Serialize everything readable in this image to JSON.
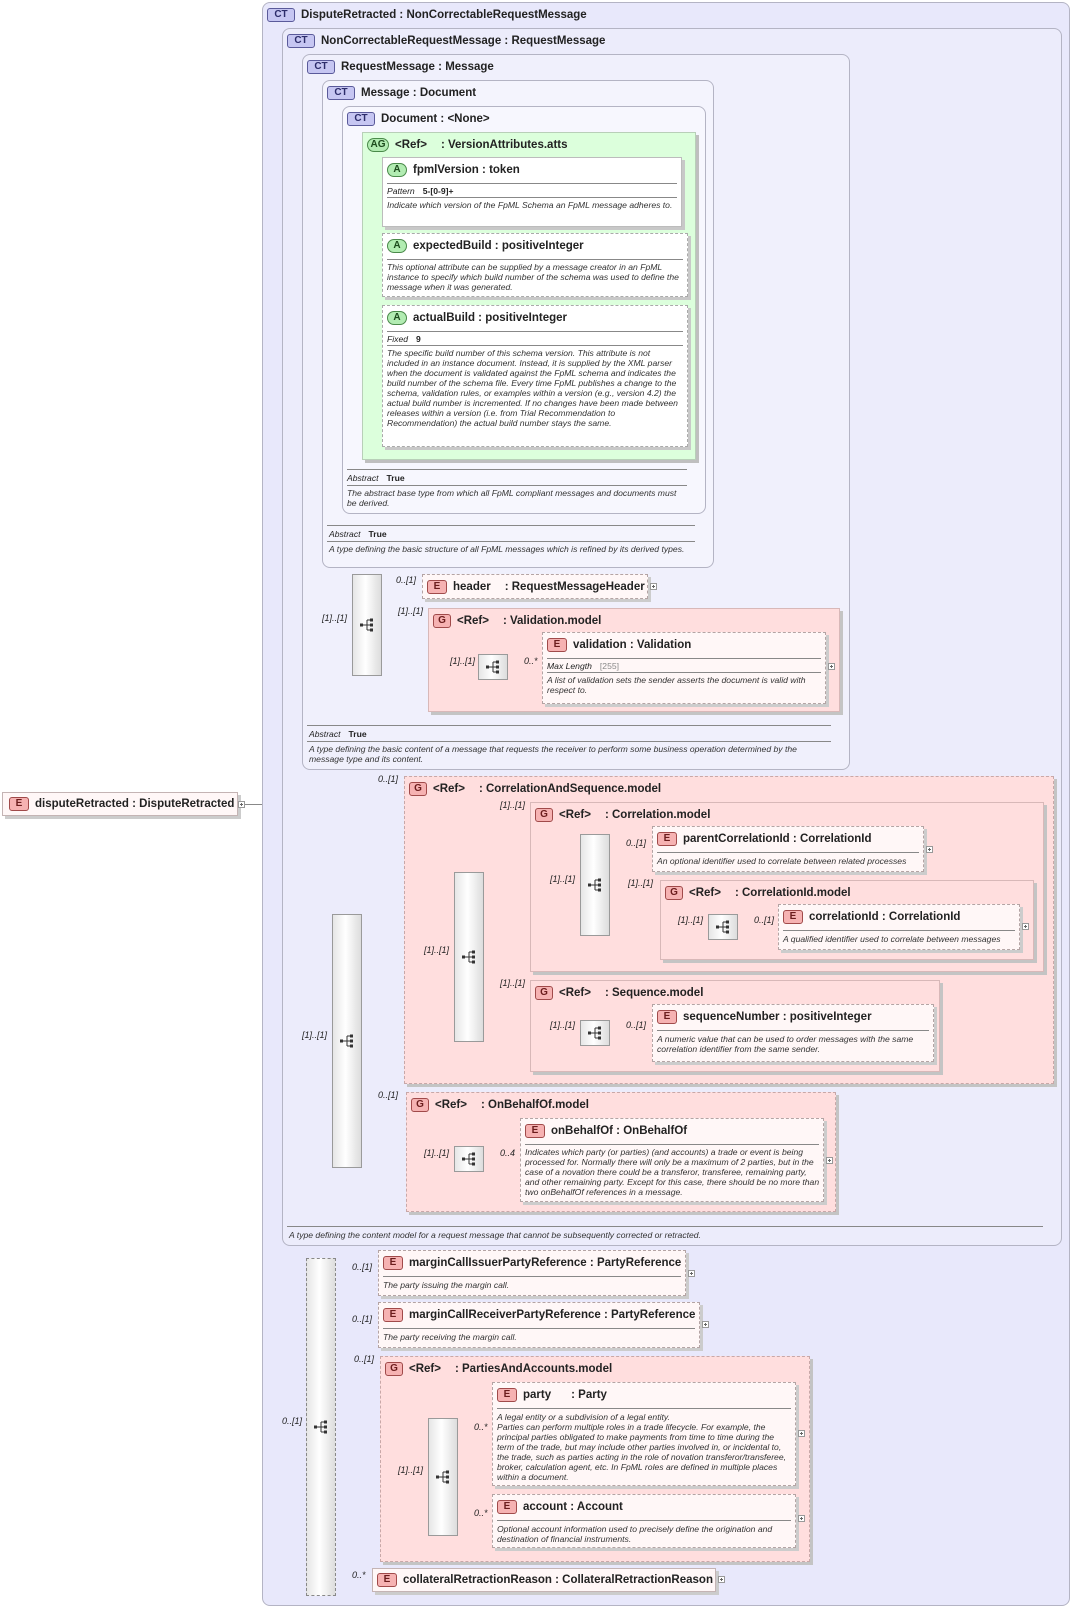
{
  "badges": {
    "ct": "CT",
    "ag": "AG",
    "a": "A",
    "e": "E",
    "g": "G"
  },
  "ref": "<Ref>",
  "root": {
    "name": "disputeRetracted",
    "type": "DisputeRetracted"
  },
  "types": {
    "dispute": {
      "name": "DisputeRetracted",
      "base": "NonCorrectableRequestMessage"
    },
    "noncorr": {
      "name": "NonCorrectableRequestMessage",
      "base": "RequestMessage",
      "doc": "A type defining the content model for a request message that cannot be subsequently corrected or retracted."
    },
    "reqmsg": {
      "name": "RequestMessage",
      "base": "Message",
      "abstract_label": "Abstract",
      "abstract_value": "True",
      "doc": "A type defining the basic content of a message that requests the receiver to perform some business operation determined by the message type and its content."
    },
    "message": {
      "name": "Message",
      "base": "Document",
      "abstract_label": "Abstract",
      "abstract_value": "True",
      "doc": "A type defining the basic structure of all FpML messages which is refined by its derived types."
    },
    "document": {
      "name": "Document",
      "base": "<None>",
      "abstract_label": "Abstract",
      "abstract_value": "True",
      "doc": "The abstract base type from which all FpML compliant messages and documents must be derived."
    }
  },
  "attr_group": {
    "name": "VersionAttributes.atts"
  },
  "attributes": {
    "fpml": {
      "name": "fpmlVersion",
      "type": "token",
      "prop_label": "Pattern",
      "prop_value": "5-[0-9]+",
      "doc": "Indicate which version of the FpML Schema an FpML message adheres to."
    },
    "expected": {
      "name": "expectedBuild",
      "type": "positiveInteger",
      "doc": "This optional attribute can be supplied by a message creator in an FpML instance to specify which build number of the schema was used to define the message when it was generated."
    },
    "actual": {
      "name": "actualBuild",
      "type": "positiveInteger",
      "prop_label": "Fixed",
      "prop_value": "9",
      "doc": "The specific build number of this schema version. This attribute is not included in an instance document. Instead, it is supplied by the XML parser when the document is validated against the FpML schema and indicates the build number of the schema file. Every time FpML publishes a change to the schema, validation rules, or examples within a version (e.g., version 4.2) the actual build number is incremented. If no changes have been made between releases within a version (i.e. from Trial Recommendation to Recommendation) the actual build number stays the same."
    }
  },
  "elements": {
    "header": {
      "name": "header",
      "type": "RequestMessageHeader",
      "card": "0..[1]"
    },
    "validation_group": {
      "name": "Validation.model",
      "card": "[1]..[1]"
    },
    "validation": {
      "name": "validation",
      "type": "Validation",
      "card": "0..*",
      "prop_label": "Max Length",
      "prop_value": "[255]",
      "doc": "A list of validation sets the sender asserts the document is valid with respect to."
    },
    "corrseq_group": {
      "name": "CorrelationAndSequence.model",
      "card": "0..[1]"
    },
    "corr_group": {
      "name": "Correlation.model",
      "card": "[1]..[1]"
    },
    "parentCorr": {
      "name": "parentCorrelationId",
      "type": "CorrelationId",
      "card": "0..[1]",
      "doc": "An optional identifier used to correlate between related processes"
    },
    "corrid_group": {
      "name": "CorrelationId.model",
      "card": "[1]..[1]"
    },
    "corrid": {
      "name": "correlationId",
      "type": "CorrelationId",
      "card": "0..[1]",
      "doc": "A qualified identifier used to correlate between messages"
    },
    "seq_group": {
      "name": "Sequence.model",
      "card": "[1]..[1]"
    },
    "seqnum": {
      "name": "sequenceNumber",
      "type": "positiveInteger",
      "card": "0..[1]",
      "doc": "A numeric value that can be used to order messages with the same correlation identifier from the same sender."
    },
    "behalf_group": {
      "name": "OnBehalfOf.model",
      "card": "0..[1]"
    },
    "behalf": {
      "name": "onBehalfOf",
      "type": "OnBehalfOf",
      "card": "0..4",
      "doc": "Indicates which party (or parties) (and accounts) a trade or event is being processed for. Normally there will only be a maximum of 2 parties, but in the case of a novation there could be a transferor, transferee, remaining party, and other remaining party. Except for this case, there should be no more than two onBehalfOf references in a message."
    },
    "mcIssuer": {
      "name": "marginCallIssuerPartyReference",
      "type": "PartyReference",
      "card": "0..[1]",
      "doc": "The party issuing the margin call."
    },
    "mcReceiver": {
      "name": "marginCallReceiverPartyReference",
      "type": "PartyReference",
      "card": "0..[1]",
      "doc": "The party receiving the margin call."
    },
    "pa_group": {
      "name": "PartiesAndAccounts.model",
      "card": "0..[1]"
    },
    "party": {
      "name": "party",
      "type": "Party",
      "card": "0..*",
      "doc": "A legal entity or a subdivision of a legal entity.\nParties can perform multiple roles in a trade lifecycle. For example, the principal parties obligated to make payments from time to time during the term of the trade, but may include other parties involved in, or incidental to, the trade, such as parties acting in the role of novation transferor/transferee, broker, calculation agent, etc. In FpML roles are defined in multiple places within a document."
    },
    "account": {
      "name": "account",
      "type": "Account",
      "card": "0..*",
      "doc": "Optional account information used to precisely define the origination and destination of financial instruments."
    },
    "collRetr": {
      "name": "collateralRetractionReason",
      "type": "CollateralRetractionReason",
      "card": "0..*"
    }
  },
  "cards": {
    "seq_msg": "[1]..[1]",
    "seq_validation": "[1]..[1]",
    "seq_nc": "[1]..[1]",
    "seq_corrseq": "[1]..[1]",
    "seq_corr": "[1]..[1]",
    "seq_corrid": "[1]..[1]",
    "seq_seqnum": "[1]..[1]",
    "seq_behalf": "[1]..[1]",
    "seq_dispute": "0..[1]",
    "seq_pa": "[1]..[1]"
  }
}
